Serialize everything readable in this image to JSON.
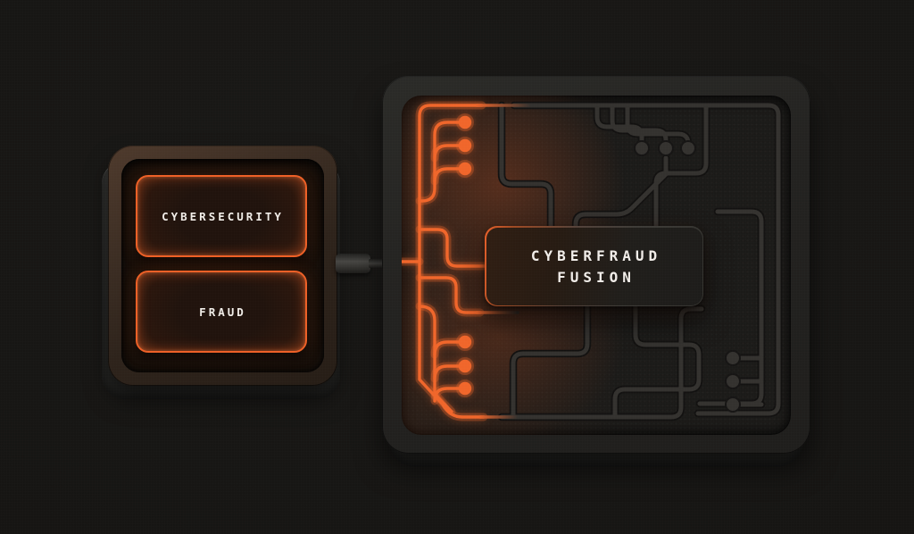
{
  "scene": {
    "background_color": "#171614",
    "accent_color": "#F0662B",
    "trace_color": "#34322F",
    "board_color": "#1B1A18"
  },
  "input_module": {
    "buttons": [
      {
        "label": "CYBERSECURITY"
      },
      {
        "label": "FRAUD"
      }
    ]
  },
  "circuit_board": {
    "chip": {
      "line1": "CYBERFRAUD",
      "line2": "FUSION"
    },
    "orange_pad_count": 6,
    "gray_pad_count": 6
  }
}
